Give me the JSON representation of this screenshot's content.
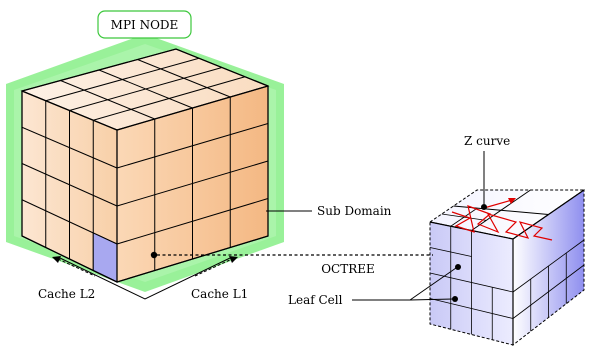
{
  "labels": {
    "mpi_node": "MPI NODE",
    "sub_domain": "Sub Domain",
    "cache_l2": "Cache L2",
    "cache_l1": "Cache L1",
    "z_curve": "Z curve",
    "octree": "OCTREE",
    "leaf_cell": "Leaf Cell"
  },
  "colors": {
    "node_glow": "#86ee86",
    "node_glow_light": "#c9f8c9",
    "cube_top": "#fbe7d4",
    "cube_front": "#f8d2ad",
    "cube_side": "#f5bc8a",
    "cache_cell": "#a8a8f0",
    "octree_light": "#eef0ff",
    "octree_mid": "#c8c8f5",
    "octree_dark": "#9c9cf0",
    "z_curve": "#e00000"
  },
  "grid": {
    "columns": 4,
    "rows": 4,
    "depth": 4
  }
}
